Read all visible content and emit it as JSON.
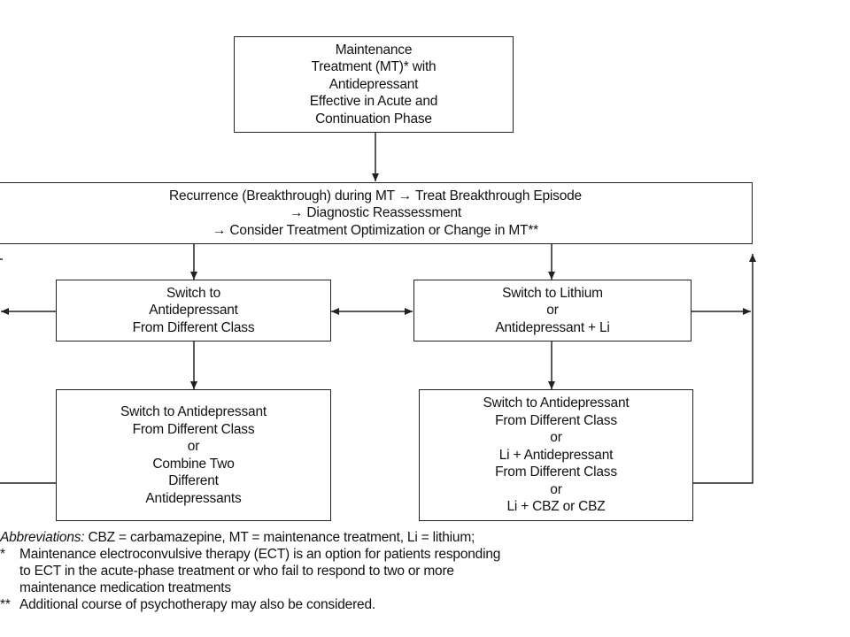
{
  "boxes": {
    "maintenance": [
      "Maintenance",
      "Treatment (MT)* with",
      "Antidepressant",
      "Effective in Acute and",
      "Continuation Phase"
    ],
    "recurrence": [
      "Recurrence (Breakthrough) during MT → Treat Breakthrough Episode",
      "→ Diagnostic Reassessment",
      "→ Consider Treatment Optimization or Change in MT**"
    ],
    "switch_antidepressant": [
      "Switch to",
      "Antidepressant",
      "From Different Class"
    ],
    "switch_lithium": [
      "Switch to Lithium",
      "or",
      "Antidepressant + Li"
    ],
    "combine_antidepressants": [
      "Switch to Antidepressant",
      "From Different Class",
      "or",
      "Combine Two",
      "Different",
      "Antidepressants"
    ],
    "li_cbz": [
      "Switch to Antidepressant",
      "From Different Class",
      "or",
      "Li + Antidepressant",
      "From Different Class",
      "or",
      "Li + CBZ or CBZ"
    ]
  },
  "footnotes": {
    "abbreviations_prefix": "Abbreviations:",
    "abbreviations_text": " CBZ = carbamazepine, MT = maintenance treatment, Li = lithium;",
    "single_mark": "*",
    "single_lines": [
      "Maintenance electroconvulsive therapy (ECT) is an option for patients responding",
      "to ECT in the acute-phase treatment or who fail to respond to two or more",
      "maintenance medication treatments"
    ],
    "double_mark": "**",
    "double_line": "Additional course of psychotherapy may also be considered."
  }
}
